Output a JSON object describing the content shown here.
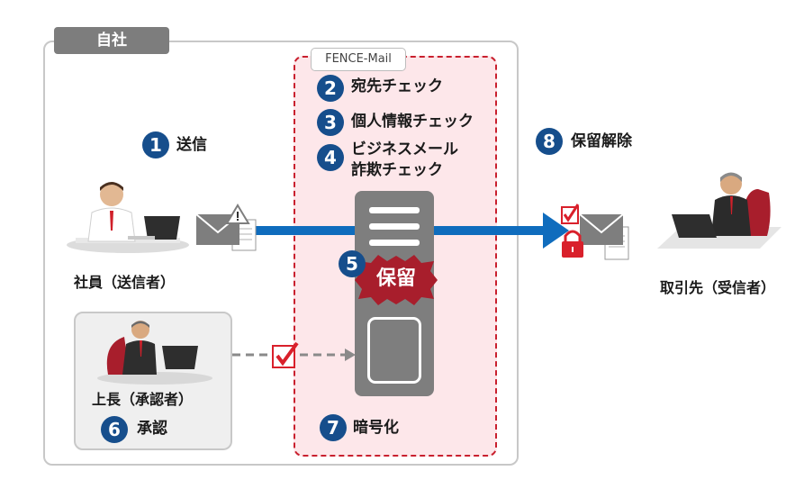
{
  "company": {
    "label": "自社"
  },
  "fence": {
    "label": "FENCE-Mail"
  },
  "steps": [
    {
      "num": "1",
      "label": "送信"
    },
    {
      "num": "2",
      "label": "宛先チェック"
    },
    {
      "num": "3",
      "label": "個人情報チェック"
    },
    {
      "num": "4",
      "label_line1": "ビジネスメール",
      "label_line2": "詐欺チェック"
    },
    {
      "num": "5",
      "label": "保留"
    },
    {
      "num": "6",
      "label": "承認"
    },
    {
      "num": "7",
      "label": "暗号化"
    },
    {
      "num": "8",
      "label": "保留解除"
    }
  ],
  "actors": {
    "sender": "社員（送信者）",
    "boss": "上長（承認者）",
    "recipient": "取引先（受信者）"
  },
  "colors": {
    "step_circle": "#164e8c",
    "arrow": "#0f6cbd",
    "fence_border": "#c9202e",
    "fence_fill": "#fde7ea",
    "hold_badge": "#a81e2c",
    "check_red": "#d9202b"
  }
}
